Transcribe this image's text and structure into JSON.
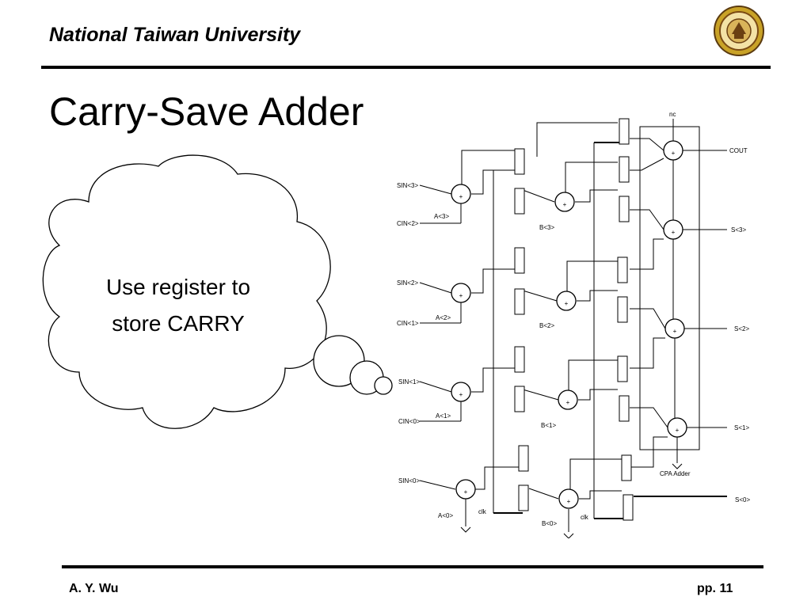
{
  "header": {
    "institution": "National Taiwan University"
  },
  "slide": {
    "title": "Carry-Save Adder",
    "thought_bubble": {
      "line1": "Use register to",
      "line2": "store CARRY"
    }
  },
  "circuit": {
    "input_labels": {
      "sin3": "SIN<3>",
      "cin2": "CIN<2>",
      "a3": "A<3>",
      "b3": "B<3>",
      "sin2": "SIN<2>",
      "cin1": "CIN<1>",
      "a2": "A<2>",
      "b2": "B<2>",
      "sin1": "SIN<1>",
      "cin0": "CIN<0>",
      "a1": "A<1>",
      "b1": "B<1>",
      "sin0": "SIN<0>",
      "a0": "A<0>",
      "b0": "B<0>"
    },
    "output_labels": {
      "nc": "nc",
      "cout": "COUT",
      "s3": "S<3>",
      "s2": "S<2>",
      "s1": "S<1>",
      "s0": "S<0>",
      "cpa": "CPA Adder"
    },
    "clock_labels": {
      "clk_left": "clk",
      "clk_right": "clk"
    },
    "adder_symbol": "+"
  },
  "footer": {
    "author": "A. Y. Wu",
    "page": "pp. 11"
  }
}
